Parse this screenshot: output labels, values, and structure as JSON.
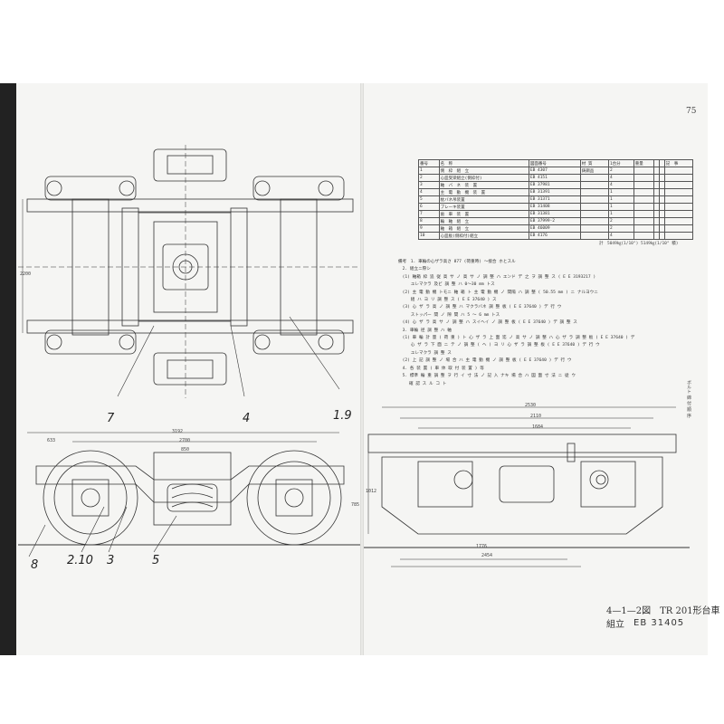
{
  "page_number": "75",
  "caption": "4—1—2図　TR 201形台車組立",
  "doc_code": "EB 31405",
  "callouts": {
    "top_7": "7",
    "top_4": "4",
    "top_19": "1.9",
    "bottom_8": "8",
    "bottom_210": "2.10",
    "bottom_3": "3",
    "bottom_5": "5"
  },
  "dimensions": {
    "plan_length": "3192",
    "plan_width_side": "2200",
    "plan_offset": "633",
    "plan_side_a": "2700",
    "plan_side_b": "850",
    "side_height": "785",
    "end_top": "2530",
    "end_mid": "2110",
    "end_inner": "1684",
    "end_bottom_a": "1776",
    "end_bottom_b": "2454",
    "end_height": "1012"
  },
  "parts_table": {
    "headers": [
      "番号",
      "名　称",
      "図面番号",
      "材 質",
      "1台分",
      "重量",
      "",
      "",
      "記　事"
    ],
    "rows": [
      [
        "1",
        "側　枠　組　立",
        "EB 4307",
        "鋳鋼品",
        "2",
        "",
        "",
        "",
        ""
      ],
      [
        "2",
        "心皿受梁組立(側枠付)",
        "EB 4151",
        "",
        "4",
        "",
        "",
        "",
        ""
      ],
      [
        "3",
        "軸　バ　ネ　装　置",
        "EB 37981",
        "",
        "4",
        "",
        "",
        "",
        ""
      ],
      [
        "4",
        "主　電　動　機　装　置",
        "EB 31391",
        "",
        "1",
        "",
        "",
        "",
        ""
      ],
      [
        "5",
        "枕バネ吊装置",
        "EB 31371",
        "",
        "1",
        "",
        "",
        "",
        ""
      ],
      [
        "6",
        "ブレーキ装置",
        "EB 31408",
        "",
        "1",
        "",
        "",
        "",
        ""
      ],
      [
        "7",
        "歯　車　装　置",
        "EB 31381",
        "",
        "1",
        "",
        "",
        "",
        ""
      ],
      [
        "8",
        "輪　軸　組　立",
        "EB 37999-2",
        "",
        "2",
        "",
        "",
        "",
        ""
      ],
      [
        "9",
        "軸　箱　組　立",
        "EB 46009",
        "",
        "2",
        "",
        "",
        "",
        ""
      ],
      [
        "10",
        "心皿板(側枠付)組立",
        "EB 4176",
        "",
        "4",
        "",
        "",
        "",
        ""
      ]
    ],
    "footnote": "計　5049㎏(1/10°) 5149㎏(1/10° 積)"
  },
  "notes": [
    "備考　1. 車輪の心ザラ高さ 877 (荷重時) 〜接合 ホとスル",
    "　2. 組立ニ際シ",
    "　(1) 軸箱 枠 追 従 高 サ ノ 高 サ ノ 調 整 ハ エンド デ 之 ヲ 調 整 ス ( E E 3193217 )",
    "　　　ユレマクラ 及ビ 調 整 ハ 0〜30 mm トス",
    "　(2) 主 電 動 機 トモニ 軸 箱 ト 主 電 動 機 ノ 間隔 ハ 調 整 ( 50.55 mm ) ニ ナルヨウニ",
    "　　　組 ハ ヨ リ 調 整 ス ( E E 37640 ) ス",
    "　(3) 心 ザ ラ 高 ノ 調 整 ハ マクラバネ 調 整 板 ( E E 37640 ) デ 行 ウ",
    "　　　ストッパー 間 ノ 隙 間 ハ 5 〜 6 mm トス",
    "　(4) 心 ザ ラ 高 サ ノ 調 整 ハ スイヘイ ノ 調 整 板 ( E E 37640 ) デ 調 整 ス",
    "　3. 車輪 径 調 整 ハ 軸",
    "　(1) 車 輪 計 量 ( 荷 重 ) ト 心 ザ ラ 上 面 迄 ノ 高 サ ノ 調 整 ハ 心 ザ ラ 調 整 板 ( E E 37640 ) デ",
    "　　　心 ザ ラ 下 面 ニ テ ノ 調 整 ( ヘ ) ヨ リ 心 ザ ラ 調 整 板 ( E E 37640 ) デ 行 ウ",
    "　　　ユレマクラ 調 整 ス",
    "　(2) 上 記 調 整 ノ 場 合 ハ 主 電 動 機 ノ 調 整 板 ( E E 37640 ) デ 行 ウ",
    "　4. 各 装 置 ( 車 体 取 付 装 置 ) 等",
    "　5. 標準 輪 重 調 整 ヲ 行 イ 寸 法 ノ 記 入 ナキ 場 合 ハ 図 面 寸 法 ニ 従 ウ",
    "　　 確 認 ス ル コ ト"
  ],
  "side_note": "ボルト 締 付 順 序"
}
